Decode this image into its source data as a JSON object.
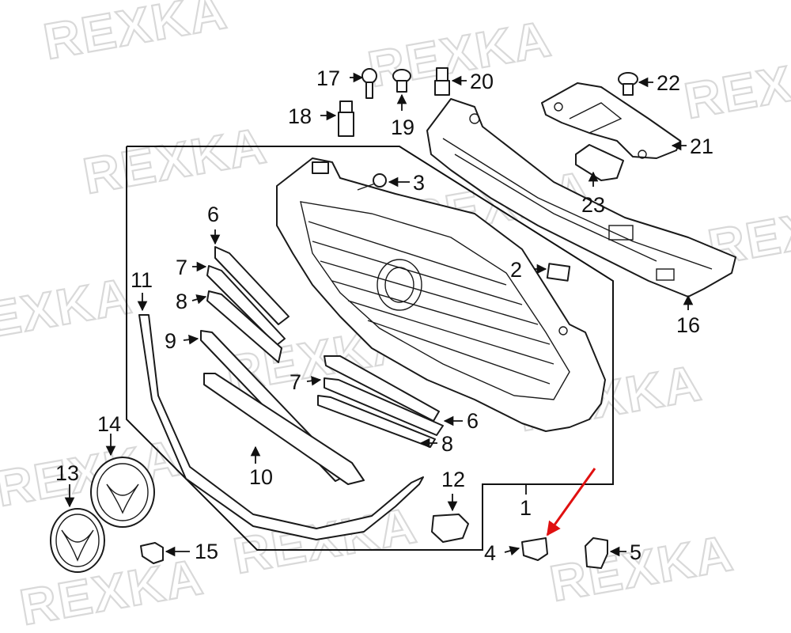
{
  "watermark": "REXKA",
  "callouts": {
    "c1": "1",
    "c2": "2",
    "c3": "3",
    "c4": "4",
    "c5": "5",
    "c6a": "6",
    "c6b": "6",
    "c7a": "7",
    "c7b": "7",
    "c8a": "8",
    "c8b": "8",
    "c9": "9",
    "c10": "10",
    "c11": "11",
    "c12": "12",
    "c13": "13",
    "c14": "14",
    "c15": "15",
    "c16": "16",
    "c17": "17",
    "c18": "18",
    "c19": "19",
    "c20": "20",
    "c21": "21",
    "c22": "22",
    "c23": "23"
  },
  "colors": {
    "line": "#1a1a1a",
    "watermark": "#d9d9d9",
    "highlight_arrow": "#e01010"
  }
}
